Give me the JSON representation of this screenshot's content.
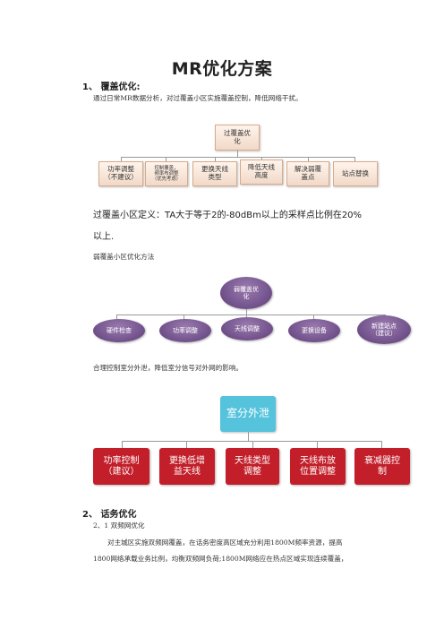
{
  "title": "MR优化方案",
  "section1": {
    "heading": "1、 覆盖优化:",
    "intro": "通过日常MR数据分析，对过覆盖小区实施覆盖控制，降低网络干扰。",
    "diagram1": {
      "root": "过覆盖优\n化",
      "children": [
        "功率调整\n（不建议）",
        "控制覆盖，\n频率布调整\n（优先考虑）",
        "更换天线\n类型",
        "降低天线\n高度",
        "解决弱覆\n盖点",
        "站点替换"
      ]
    },
    "definition_line1": "过覆盖小区定义：TA大于等于2的-80dBm以上的采样点比例在20%",
    "definition_line2": "以上.",
    "weak_method": "弱覆盖小区优化方法",
    "diagram2": {
      "root": "弱覆盖优\n化",
      "children": [
        "硬件检查",
        "功率调整",
        "天线调整",
        "更换设备",
        "新建站点\n（建议）"
      ]
    },
    "indoor_text": "合理控制室分外泄，降低室分信号对外网的影响。",
    "diagram3": {
      "root": "室分外泄",
      "children": [
        "功率控制\n（建议）",
        "更换低增\n益天线",
        "天线类型\n调整",
        "天线布放\n位置调整",
        "衰减器控\n制"
      ]
    }
  },
  "section2": {
    "heading": "2、 话务优化",
    "sub": "2、1 双频网优化",
    "para_line1": "对主城区实施双频网覆盖，在话务密度高区域充分利用1800M频率资源，提高",
    "para_line2": "1800网络承载业务比例，均衡双频网负荷;1800M网络应在热点区域实现连续覆盖，"
  }
}
